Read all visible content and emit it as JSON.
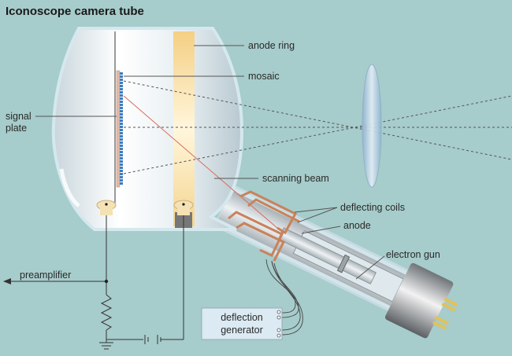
{
  "title": "Iconoscope camera tube",
  "labels": {
    "anode_ring": "anode ring",
    "mosaic": "mosaic",
    "signal_plate_line1": "signal",
    "signal_plate_line2": "plate",
    "scanning_beam": "scanning beam",
    "deflecting_coils": "deflecting coils",
    "anode": "anode",
    "electron_gun": "electron gun",
    "preamplifier": "preamplifier",
    "deflection_generator_line1": "deflection",
    "deflection_generator_line2": "generator"
  },
  "colors": {
    "background": "#a6cccb",
    "beam": "#d9695a",
    "coil": "#c9825a",
    "anode_ring": "#f5d08a"
  }
}
